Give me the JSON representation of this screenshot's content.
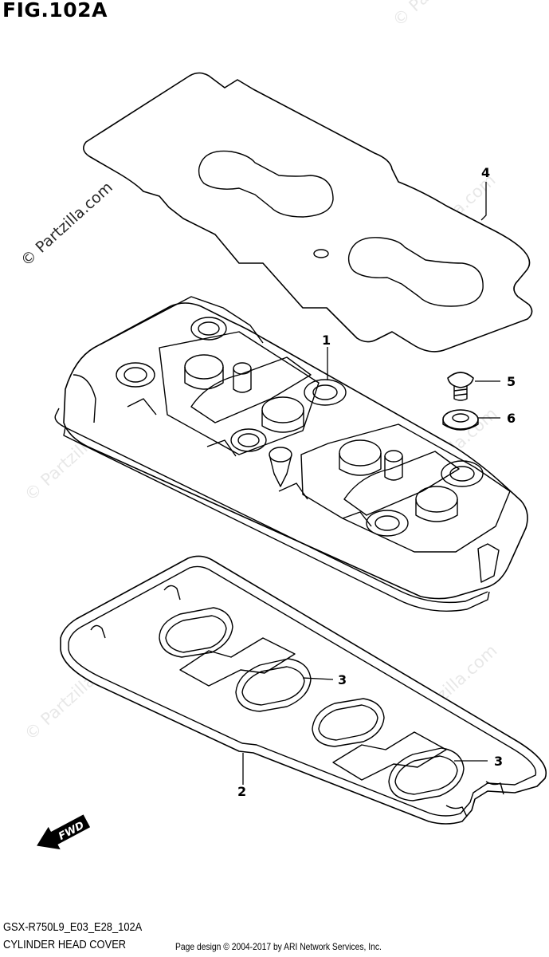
{
  "figure": {
    "title": "FIG.102A",
    "model_code": "GSX-R750L9_E03_E28_102A",
    "part_name": "CYLINDER HEAD COVER",
    "credit": "Page design © 2004-2017 by ARI Network Services, Inc."
  },
  "watermark": {
    "text": "© Partzilla.com"
  },
  "fwd_label": "FWD",
  "callouts": [
    {
      "id": "1",
      "label": "1"
    },
    {
      "id": "2",
      "label": "2"
    },
    {
      "id": "3a",
      "label": "3"
    },
    {
      "id": "3b",
      "label": "3"
    },
    {
      "id": "4",
      "label": "4"
    },
    {
      "id": "5",
      "label": "5"
    },
    {
      "id": "6",
      "label": "6"
    }
  ]
}
